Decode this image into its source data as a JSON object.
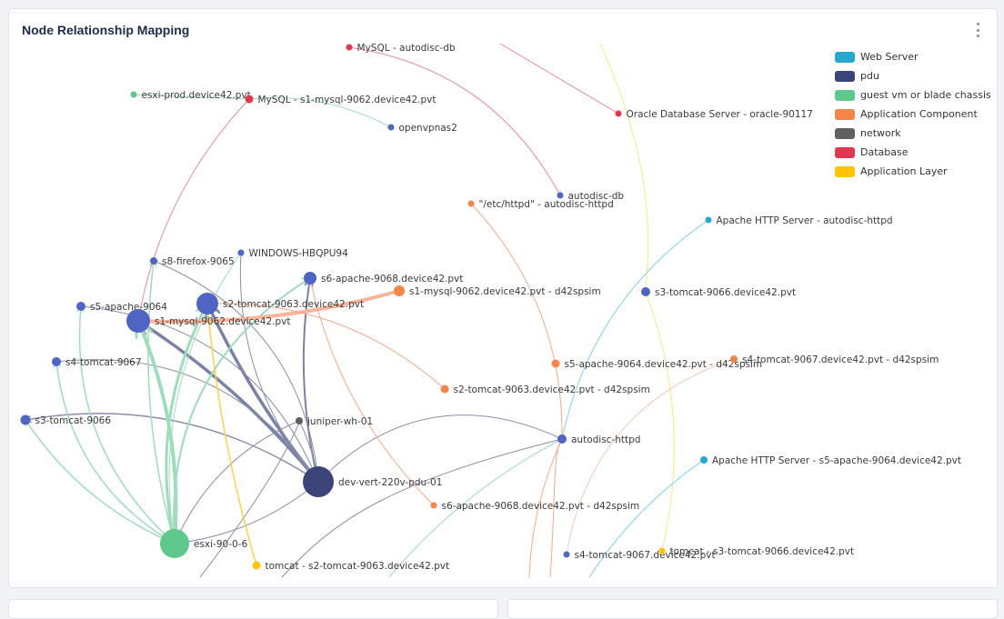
{
  "card": {
    "title": "Node Relationship Mapping"
  },
  "legend": [
    {
      "label": "Web Server",
      "color": "#27a9cd"
    },
    {
      "label": "pdu",
      "color": "#3b4478"
    },
    {
      "label": "guest vm or blade chassis",
      "color": "#5ec88d"
    },
    {
      "label": "Application Component",
      "color": "#f58449"
    },
    {
      "label": "network",
      "color": "#606063"
    },
    {
      "label": "Database",
      "color": "#e0384f"
    },
    {
      "label": "Application Layer",
      "color": "#fdc400"
    }
  ],
  "nodes": [
    {
      "id": "mysql-autodisc",
      "label": "MySQL - autodisc-db",
      "type": "Database"
    },
    {
      "id": "esxi-prod",
      "label": "esxi-prod.device42.pvt",
      "type": "guest vm or blade chassis"
    },
    {
      "id": "mysql-s1",
      "label": "MySQL - s1-mysql-9062.device42.pvt",
      "type": "Database"
    },
    {
      "id": "oracle",
      "label": "Oracle Database Server - oracle-90117",
      "type": "Database"
    },
    {
      "id": "openvpnas2",
      "label": "openvpnas2",
      "type": "Device"
    },
    {
      "id": "autodisc-db",
      "label": "autodisc-db",
      "type": "Device"
    },
    {
      "id": "etc-httpd",
      "label": "\"/etc/httpd\" - autodisc-httpd",
      "type": "Application Component"
    },
    {
      "id": "apache-autodisc",
      "label": "Apache HTTP Server - autodisc-httpd",
      "type": "Web Server"
    },
    {
      "id": "windows",
      "label": "WINDOWS-HBQPU94",
      "type": "Device"
    },
    {
      "id": "s8-firefox",
      "label": "s8-firefox-9065",
      "type": "Device"
    },
    {
      "id": "s6-apache",
      "label": "s6-apache-9068.device42.pvt",
      "type": "Device"
    },
    {
      "id": "s1-mysql-ac",
      "label": "s1-mysql-9062.device42.pvt - d42spsim",
      "type": "Application Component"
    },
    {
      "id": "s3-tomcat-dev",
      "label": "s3-tomcat-9066.device42.pvt",
      "type": "Device"
    },
    {
      "id": "s5-apache",
      "label": "s5-apache-9064",
      "type": "Device"
    },
    {
      "id": "s2-tomcat",
      "label": "s2-tomcat-9063.device42.pvt",
      "type": "Device"
    },
    {
      "id": "s1-mysql",
      "label": "s1-mysql-9062.device42.pvt",
      "type": "Device"
    },
    {
      "id": "s4-tomcat",
      "label": "s4-tomcat-9067",
      "type": "Device"
    },
    {
      "id": "s5-apache-ac",
      "label": "s5-apache-9064.device42.pvt - d42spsim",
      "type": "Application Component"
    },
    {
      "id": "s4-tomcat-ac",
      "label": "s4-tomcat-9067.device42.pvt - d42spsim",
      "type": "Application Component"
    },
    {
      "id": "s2-tomcat-ac",
      "label": "s2-tomcat-9063.device42.pvt - d42spsim",
      "type": "Application Component"
    },
    {
      "id": "s3-tomcat",
      "label": "s3-tomcat-9066",
      "type": "Device"
    },
    {
      "id": "juniper",
      "label": "juniper-wh-01",
      "type": "network"
    },
    {
      "id": "autodisc-httpd",
      "label": "autodisc-httpd",
      "type": "Device"
    },
    {
      "id": "pdu",
      "label": "dev-vert-220v-pdu-01",
      "type": "pdu"
    },
    {
      "id": "apache-s5",
      "label": "Apache HTTP Server - s5-apache-9064.device42.pvt",
      "type": "Web Server"
    },
    {
      "id": "s6-apache-ac",
      "label": "s6-apache-9068.device42.pvt - d42spsim",
      "type": "Application Component"
    },
    {
      "id": "esxi-90",
      "label": "esxi-90-0-6",
      "type": "guest vm or blade chassis"
    },
    {
      "id": "s4-tomcat-dev",
      "label": "s4-tomcat-9067.device42.pvt",
      "type": "Device"
    },
    {
      "id": "tomcat-s3",
      "label": "tomcat - s3-tomcat-9066.device42.pvt",
      "type": "Application Layer"
    },
    {
      "id": "tomcat-s2",
      "label": "tomcat - s2-tomcat-9063.device42.pvt",
      "type": "Application Layer"
    }
  ]
}
